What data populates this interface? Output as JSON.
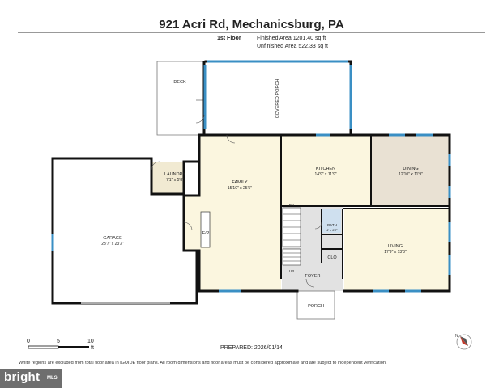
{
  "title": "921 Acri Rd, Mechanicsburg, PA",
  "floor": {
    "name": "1st Floor",
    "finished_area": "Finished Area 1201.40 sq ft",
    "unfinished_area": "Unfinished Area 522.33 sq ft"
  },
  "rooms": {
    "deck": "DECK",
    "covered_porch": "COVERED PORCH",
    "laundry": "LAUNDRY",
    "laundry_dim": "7'1\" x 5'8\"",
    "family": "FAMILY",
    "family_dim": "15'10\" x 25'5\"",
    "kitchen": "KITCHEN",
    "kitchen_dim": "14'9\" x 11'9\"",
    "dining": "DINING",
    "dining_dim": "12'10\" x 11'9\"",
    "garage": "GARAGE",
    "garage_dim": "23'7\" x 23'3\"",
    "fireplace": "F/P",
    "bath": "BATH",
    "bath_dim": "4' x 6'7\"",
    "closet": "CLO",
    "living": "LIVING",
    "living_dim": "17'9\" x 13'3\"",
    "foyer": "FOYER",
    "porch": "PORCH",
    "stair_dn": "DN",
    "stair_up": "UP"
  },
  "scale": {
    "zero": "0",
    "five": "5",
    "ten": "10",
    "unit": "ft"
  },
  "prepared": "PREPARED: 2026/01/14",
  "disclaimer": "White regions are excluded from total floor area in iGUIDE floor plans. All room dimensions and floor areas must be considered approximate and are subject to independent verification.",
  "brand": {
    "name": "bright",
    "suffix": "MLS"
  },
  "colors": {
    "wall": "#111111",
    "window": "#3a8fc4",
    "finished_room": "#fbf6df",
    "dining": "#e9e1d3",
    "stairs": "#dcdcdc",
    "bath": "#cfe0ef"
  }
}
